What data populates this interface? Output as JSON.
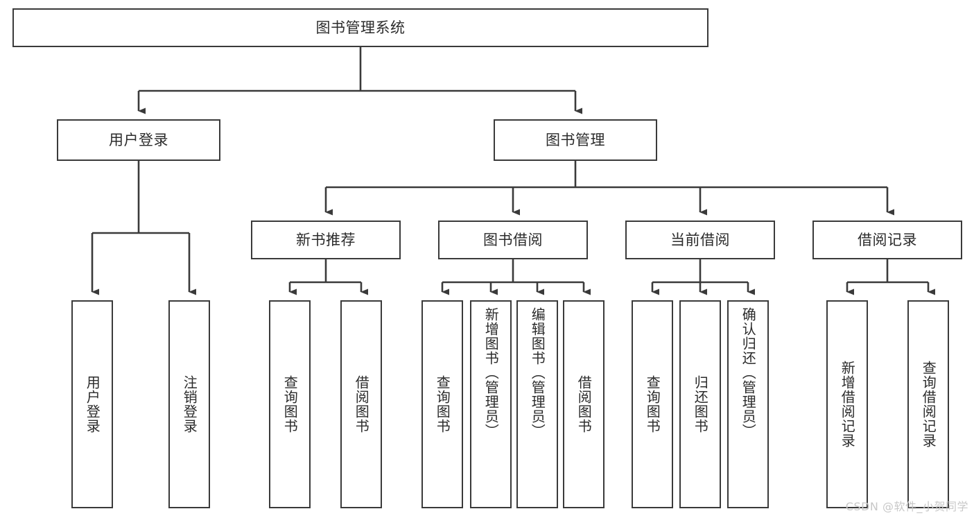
{
  "diagram": {
    "type": "tree",
    "title": "图书管理系统",
    "colors": {
      "box_border": "#3a3a3a",
      "box_fill": "#ffffff",
      "connector": "#3a3a3a",
      "text": "#2b2b2b",
      "watermark": "#c8c8c8"
    },
    "root": {
      "label": "图书管理系统"
    },
    "level2": [
      {
        "label": "用户登录"
      },
      {
        "label": "图书管理"
      }
    ],
    "level3": [
      {
        "label": "新书推荐"
      },
      {
        "label": "图书借阅"
      },
      {
        "label": "当前借阅"
      },
      {
        "label": "借阅记录"
      }
    ],
    "leaves": {
      "user_login": [
        {
          "label": "用户登录"
        },
        {
          "label": "注销登录"
        }
      ],
      "new_book": [
        {
          "label": "查询图书"
        },
        {
          "label": "借阅图书"
        }
      ],
      "book_borrow": [
        {
          "label": "查询图书"
        },
        {
          "label": "新增图书（管理员）"
        },
        {
          "label": "编辑图书（管理员）"
        },
        {
          "label": "借阅图书"
        }
      ],
      "current_borrow": [
        {
          "label": "查询图书"
        },
        {
          "label": "归还图书"
        },
        {
          "label": "确认归还（管理员）"
        }
      ],
      "borrow_record": [
        {
          "label": "新增借阅记录"
        },
        {
          "label": "查询借阅记录"
        }
      ]
    }
  },
  "watermark": {
    "text": "CSDN @软件_小贺同学"
  }
}
